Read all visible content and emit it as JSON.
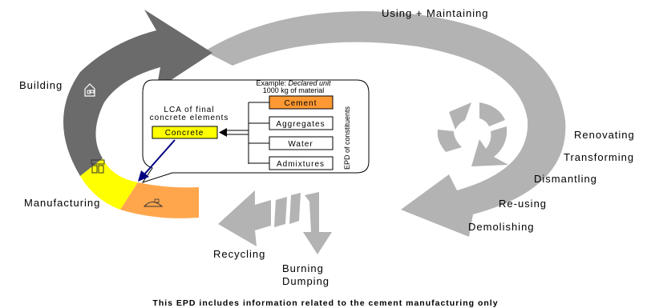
{
  "stages": {
    "using": "Using + Maintaining",
    "building": "Building",
    "manufacturing": "Manufacturing",
    "renovating": "Renovating",
    "transforming": "Transforming",
    "dismantling": "Dismantling",
    "reusing": "Re-using",
    "demolishing": "Demolishing",
    "recycling": "Recycling",
    "burning": "Burning",
    "dumping": "Dumping"
  },
  "callout": {
    "lca_line1": "LCA of final",
    "lca_line2": "concrete elements",
    "concrete": "Concrete",
    "example_prefix": "Example: ",
    "example_italic": "Declared unit",
    "example_line2": "1000 kg of material",
    "constituents": [
      "Cement",
      "Aggregates",
      "Water",
      "Admixtures"
    ],
    "vertical_label": "EPD of constituents"
  },
  "footer": "This EPD includes information related to the cement manufacturing only",
  "icons": [
    "house-icon",
    "factory-icon",
    "mound-icon",
    "circular-arrows-icon"
  ],
  "colors": {
    "building_arc": "#6b6b6b",
    "manufacturing_yellow": "#ffff00",
    "manufacturing_orange": "#ffa64d",
    "lifecycle_gray": "#b3b3b3",
    "concrete_box": "#ffff00",
    "cement_box": "#ff9933",
    "pointer": "#000080"
  }
}
